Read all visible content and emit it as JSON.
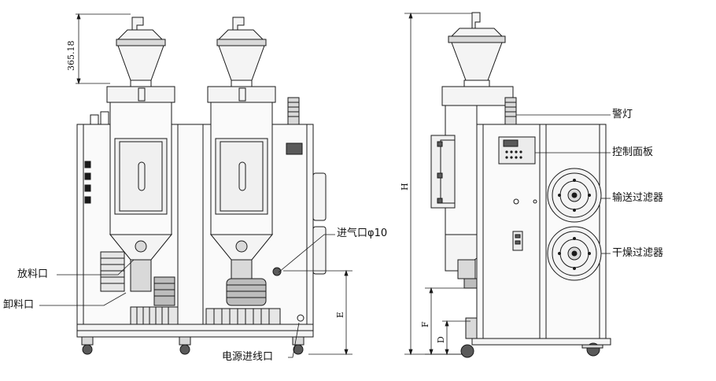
{
  "labels": {
    "discharge_port": "放料口",
    "unload_port": "卸料口",
    "air_inlet": "进气口φ10",
    "power_inlet": "电源进线口",
    "warning_light": "警灯",
    "control_panel": "控制面板",
    "conveying_filter": "输送过滤器",
    "drying_filter": "干燥过滤器"
  },
  "dimensions": {
    "hopper_height": "365.18",
    "H": "H",
    "E": "E",
    "F": "F",
    "D": "D"
  },
  "colors": {
    "line": "#1a1a1a",
    "fill_light": "#f4f4f4",
    "fill_mid": "#d9d9d9",
    "fill_dark": "#5a5a5a"
  }
}
